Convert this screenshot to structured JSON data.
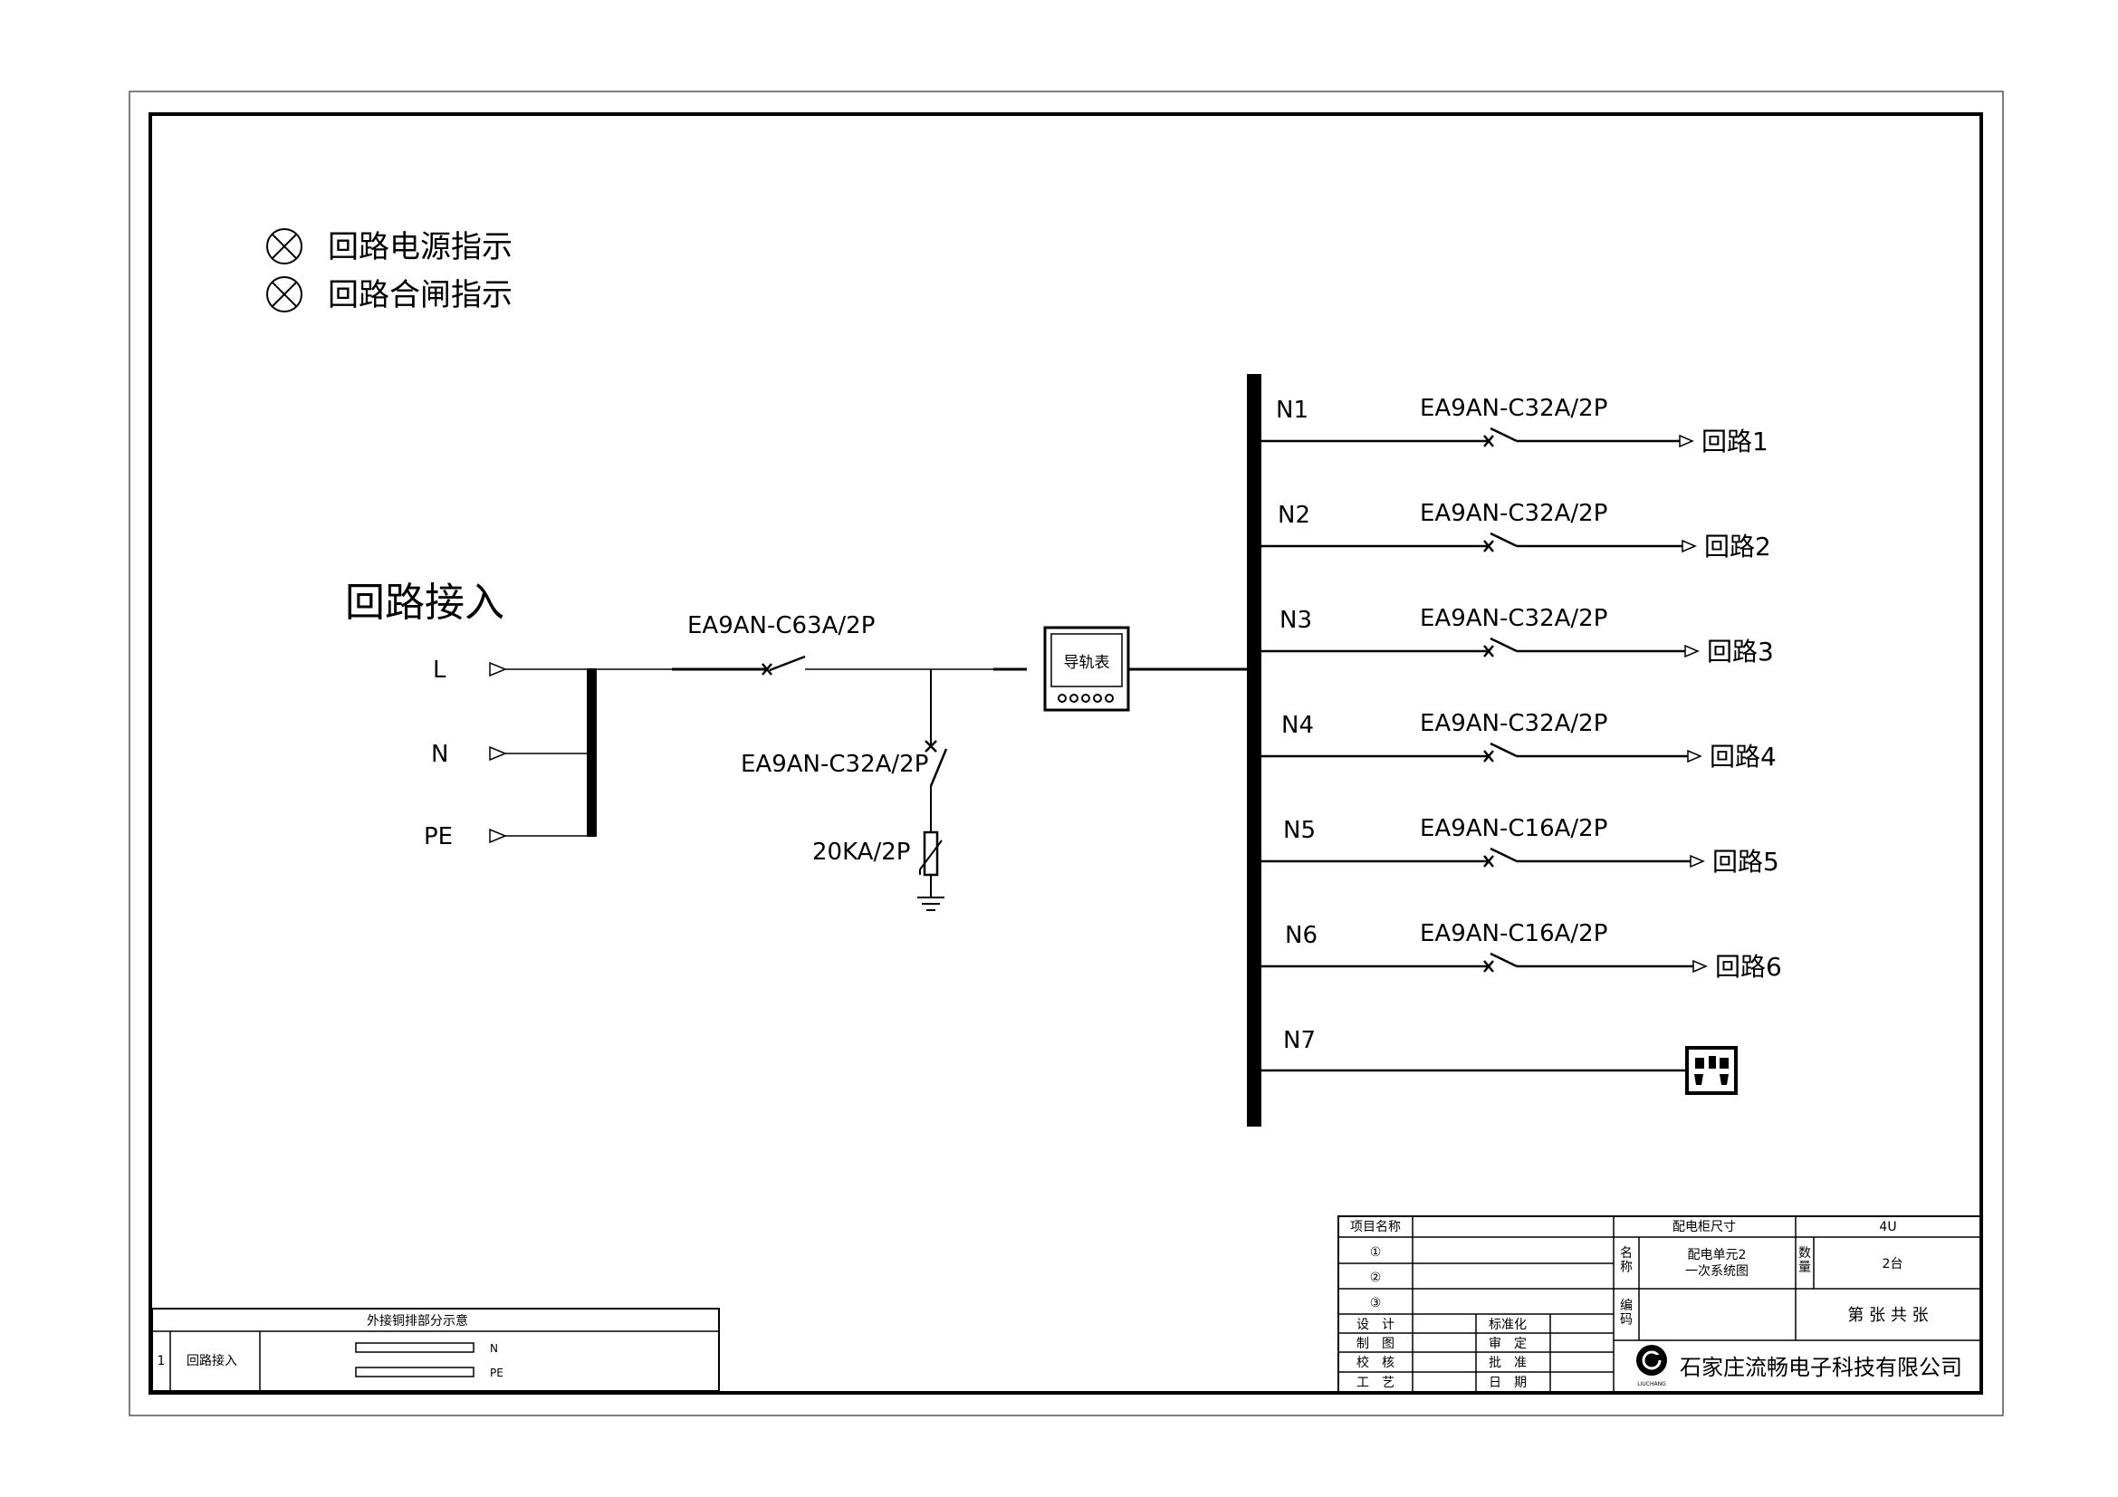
{
  "legend": [
    {
      "icon": "indicator-lamp-icon",
      "label": "回路电源指示"
    },
    {
      "icon": "indicator-lamp-icon",
      "label": "回路合闸指示"
    }
  ],
  "incoming": {
    "title": "回路接入",
    "terminals": [
      "L",
      "N",
      "PE"
    ],
    "main_breaker": "EA9AN-C63A/2P",
    "spd_breaker": "EA9AN-C32A/2P",
    "spd": "20KA/2P",
    "meter": "导轨表"
  },
  "branches": [
    {
      "bus": "N1",
      "breaker": "EA9AN-C32A/2P",
      "output": "回路1"
    },
    {
      "bus": "N2",
      "breaker": "EA9AN-C32A/2P",
      "output": "回路2"
    },
    {
      "bus": "N3",
      "breaker": "EA9AN-C32A/2P",
      "output": "回路3"
    },
    {
      "bus": "N4",
      "breaker": "EA9AN-C32A/2P",
      "output": "回路4"
    },
    {
      "bus": "N5",
      "breaker": "EA9AN-C16A/2P",
      "output": "回路5"
    },
    {
      "bus": "N6",
      "breaker": "EA9AN-C16A/2P",
      "output": "回路6"
    }
  ],
  "socket_branch": {
    "bus": "N7",
    "icon": "socket-outlet-icon"
  },
  "copper_bar_table": {
    "title": "外接铜排部分示意",
    "row_no": "1",
    "row_name": "回路接入",
    "bars": [
      "N",
      "PE"
    ]
  },
  "title_block": {
    "project_name_label": "项目名称",
    "cabinet_size_label": "配电柜尺寸",
    "cabinet_size_value": "4U",
    "rows": [
      "①",
      "②",
      "③"
    ],
    "name_label": "名\n称",
    "name_value_1": "配电单元2",
    "name_value_2": "一次系统图",
    "qty_label": "数\n量",
    "qty_value": "2台",
    "code_label": "编\n码",
    "sheet": "第    张 共    张",
    "roles": [
      "设　计",
      "制　图",
      "校　核",
      "工　艺"
    ],
    "roles_right": [
      "标准化",
      "审　定",
      "批　准",
      "日　期"
    ],
    "company": "石家庄流畅电子科技有限公司",
    "logo_text": "LIUCHANG"
  }
}
